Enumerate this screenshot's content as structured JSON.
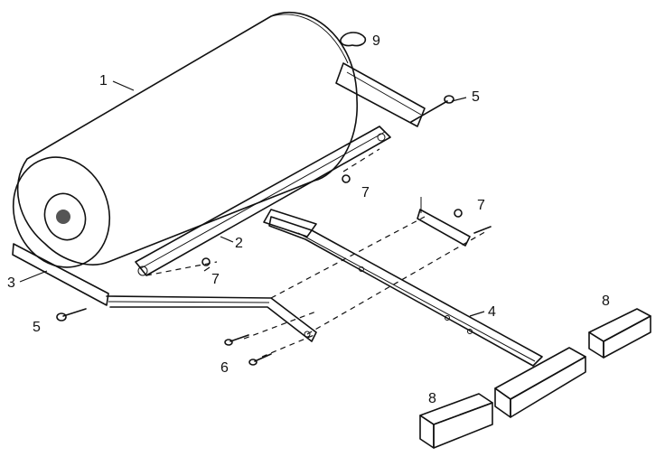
{
  "diagram": {
    "callouts": {
      "roller_drum": "1",
      "side_bar_right": "2",
      "side_bar_left": "3",
      "tow_bar": "4",
      "bolt_upper": "5",
      "bolt_lower": "5",
      "bolt_hitch": "6",
      "nut_upper": "7",
      "nut_bracket": "7",
      "nut_lower": "7",
      "cap_right": "8",
      "cap_left": "8",
      "plug": "9"
    }
  }
}
